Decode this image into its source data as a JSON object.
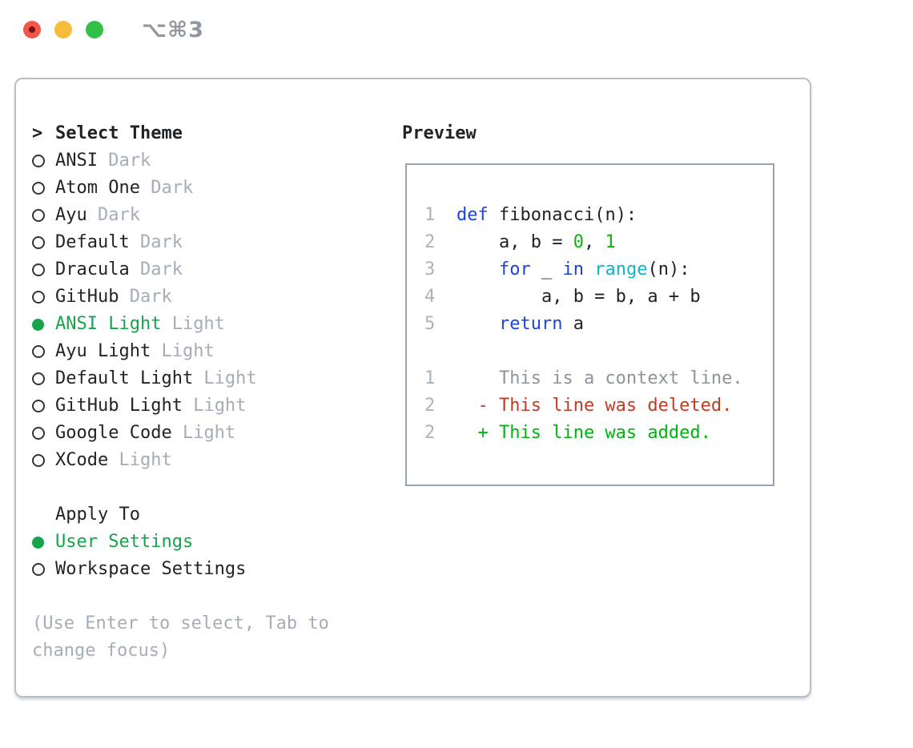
{
  "window": {
    "title": "⌥⌘3"
  },
  "theme_selector": {
    "cursor": ">",
    "header": "Select Theme",
    "items": [
      {
        "name": "ANSI",
        "variant": "Dark",
        "selected": false
      },
      {
        "name": "Atom One",
        "variant": "Dark",
        "selected": false
      },
      {
        "name": "Ayu",
        "variant": "Dark",
        "selected": false
      },
      {
        "name": "Default",
        "variant": "Dark",
        "selected": false
      },
      {
        "name": "Dracula",
        "variant": "Dark",
        "selected": false
      },
      {
        "name": "GitHub",
        "variant": "Dark",
        "selected": false
      },
      {
        "name": "ANSI Light",
        "variant": "Light",
        "selected": true
      },
      {
        "name": "Ayu Light",
        "variant": "Light",
        "selected": false
      },
      {
        "name": "Default Light",
        "variant": "Light",
        "selected": false
      },
      {
        "name": "GitHub Light",
        "variant": "Light",
        "selected": false
      },
      {
        "name": "Google Code",
        "variant": "Light",
        "selected": false
      },
      {
        "name": "XCode",
        "variant": "Light",
        "selected": false
      }
    ],
    "apply_to": {
      "header": "Apply To",
      "options": [
        {
          "label": "User Settings",
          "selected": true
        },
        {
          "label": "Workspace Settings",
          "selected": false
        }
      ]
    },
    "help": "(Use Enter to select, Tab to change focus)"
  },
  "preview": {
    "header": "Preview",
    "code_lines": [
      {
        "num": "1",
        "tokens": [
          {
            "t": "def",
            "c": "keyword"
          },
          {
            "t": " fibonacci(n):",
            "c": "plain"
          }
        ]
      },
      {
        "num": "2",
        "tokens": [
          {
            "t": "    a, b = ",
            "c": "plain"
          },
          {
            "t": "0",
            "c": "number"
          },
          {
            "t": ", ",
            "c": "plain"
          },
          {
            "t": "1",
            "c": "number"
          }
        ]
      },
      {
        "num": "3",
        "tokens": [
          {
            "t": "    ",
            "c": "plain"
          },
          {
            "t": "for",
            "c": "keyword"
          },
          {
            "t": " _ ",
            "c": "plain"
          },
          {
            "t": "in",
            "c": "keyword"
          },
          {
            "t": " ",
            "c": "plain"
          },
          {
            "t": "range",
            "c": "builtin"
          },
          {
            "t": "(n):",
            "c": "plain"
          }
        ]
      },
      {
        "num": "4",
        "tokens": [
          {
            "t": "        a, b = b, a + b",
            "c": "plain"
          }
        ]
      },
      {
        "num": "5",
        "tokens": [
          {
            "t": "    ",
            "c": "plain"
          },
          {
            "t": "return",
            "c": "keyword"
          },
          {
            "t": " a",
            "c": "plain"
          }
        ]
      }
    ],
    "diff_lines": [
      {
        "num": "1",
        "text": "    This is a context line.",
        "type": "context"
      },
      {
        "num": "2",
        "text": "  - This line was deleted.",
        "type": "deleted"
      },
      {
        "num": "2",
        "text": "  + This line was added.",
        "type": "added"
      }
    ]
  },
  "colors": {
    "accent_green": "#16a34a",
    "keyword_blue": "#1c43dd",
    "builtin_cyan": "#12b5c7",
    "number_green": "#0bb30b",
    "diff_deleted_red": "#c33b20",
    "diff_added_green": "#00b30f",
    "muted_gray": "#a4adb8",
    "traffic_red": "#f4564a",
    "traffic_yellow": "#f6bb38",
    "traffic_green": "#2fc148"
  }
}
